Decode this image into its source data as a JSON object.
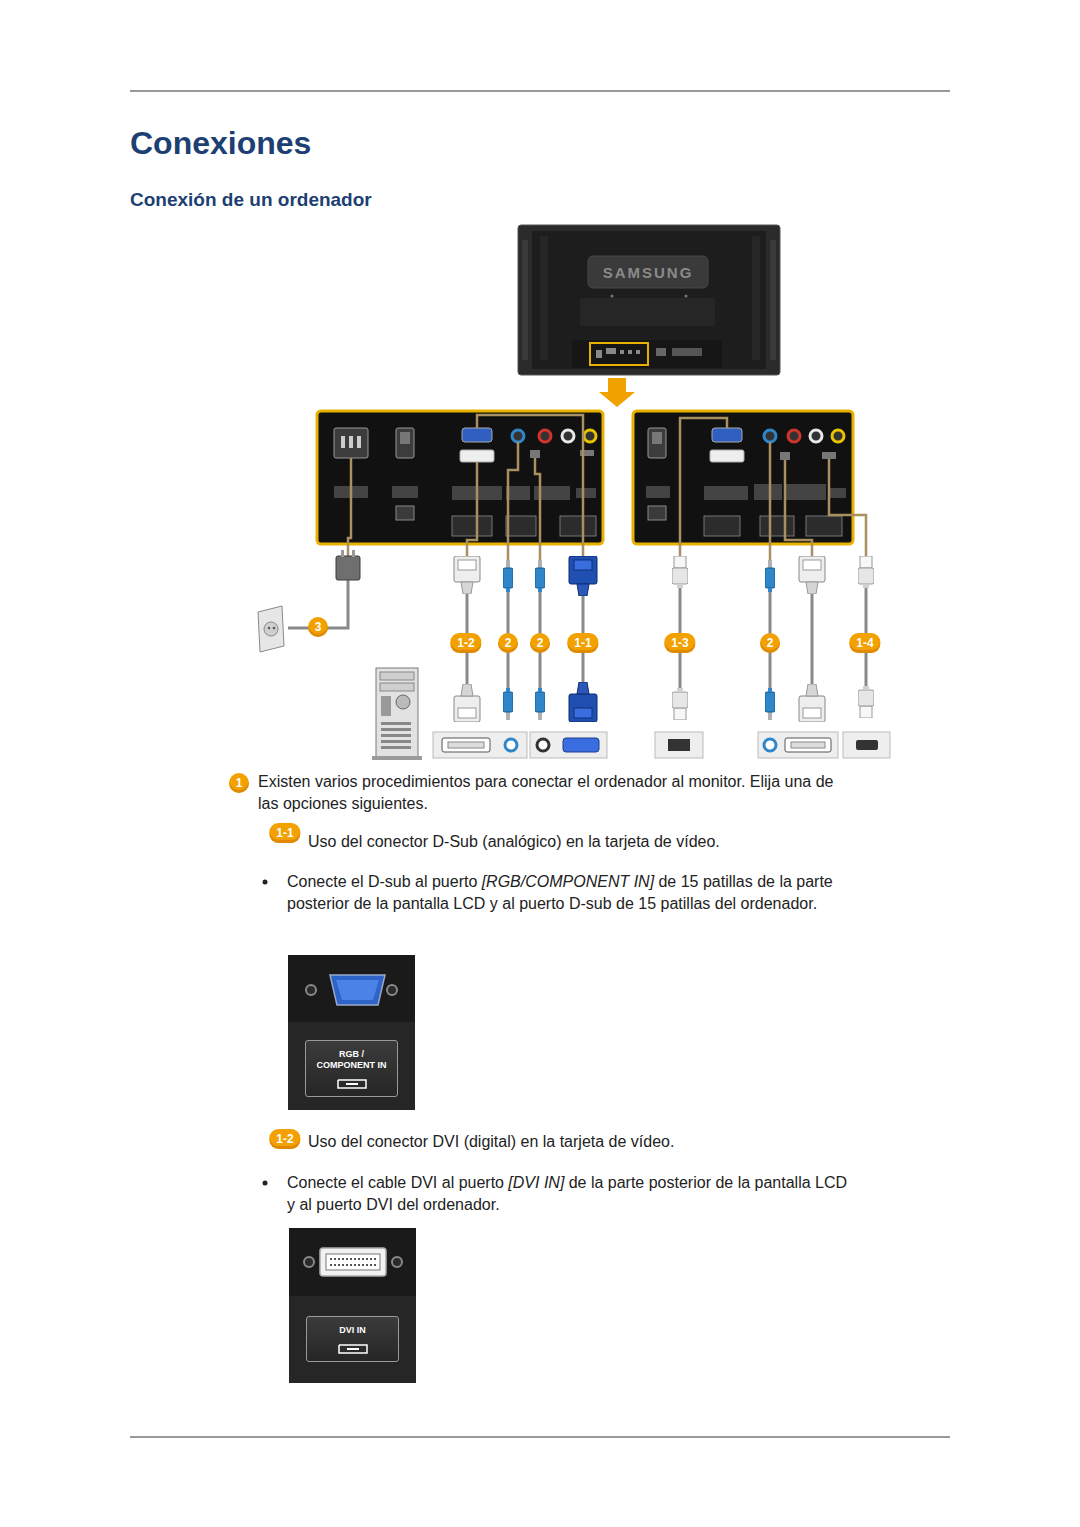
{
  "diagram": {
    "title": "Conexiones",
    "nodes": [
      {
        "text": [
          "RGB / COMPONENT IN"
        ]
      },
      {
        "text": [
          "DVI IN"
        ]
      }
    ],
    "labels": [
      "Conexión de un ordenador",
      "SAMSUNG",
      "3",
      "1-2",
      "2",
      "2",
      "1-1",
      "1-3",
      "2",
      "1-4",
      "1",
      "Existen varios procedimientos para conectar el ordenador al monitor. Elija una de las opciones siguientes.",
      "1-1",
      "Uso del conector D-Sub (analógico) en la tarjeta de vídeo.",
      "Conecte el D-sub al puerto",
      "[RGB/COMPONENT IN]",
      "de 15 patillas de la parte posterior de la pantalla LCD y al puerto D-sub de 15 patillas del ordenador.",
      "1-2",
      "Uso del conector DVI (digital) en la tarjeta de vídeo.",
      "Conecte el cable DVI al puerto",
      "[DVI IN]",
      "de la parte posterior de la pantalla LCD y al puerto DVI del ordenador."
    ]
  }
}
